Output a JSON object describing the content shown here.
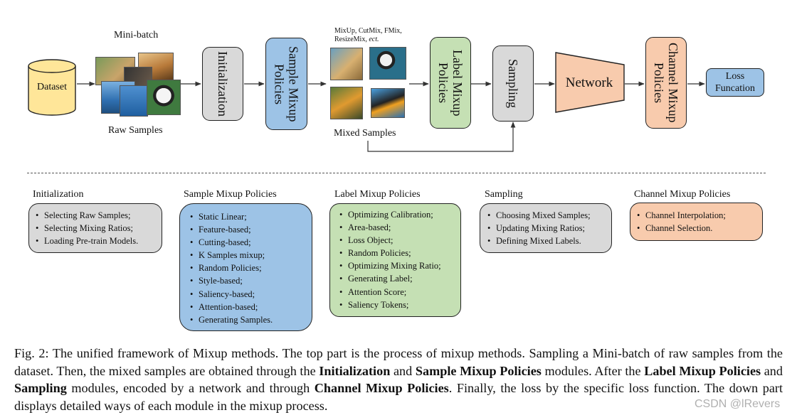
{
  "top": {
    "dataset_label": "Dataset",
    "minibatch_label": "Mini-batch",
    "raw_samples_label": "Raw Samples",
    "mixed_methods_line1": "MixUp, CutMix, FMix,",
    "mixed_methods_line2": "ResizeMix,",
    "mixed_methods_ect": "ect.",
    "mixed_samples_label": "Mixed Samples",
    "initialization_box": "Initialization",
    "sample_mixup_box": "Sample Mixup\nPolicies",
    "label_mixup_box": "Label Mixup\nPolicies",
    "sampling_box": "Sampling",
    "network_label": "Network",
    "channel_mixup_box": "Channel Mixup\nPolicies",
    "loss_box": "Loss\nFuncation"
  },
  "panels": {
    "initialization": {
      "title": "Initialization",
      "items": [
        "Selecting Raw Samples;",
        "Selecting Mixing Ratios;",
        "Loading Pre-train Models."
      ]
    },
    "sample_mixup": {
      "title": "Sample Mixup Policies",
      "items": [
        "Static Linear;",
        "Feature-based;",
        "Cutting-based;",
        "K Samples mixup;",
        "Random Policies;",
        "Style-based;",
        "Saliency-based;",
        "Attention-based;",
        "Generating Samples."
      ]
    },
    "label_mixup": {
      "title": "Label Mixup Policies",
      "items": [
        "Optimizing Calibration;",
        "Area-based;",
        "Loss Object;",
        "Random Policies;",
        "Optimizing Mixing Ratio;",
        "Generating Label;",
        "Attention Score;",
        "Saliency Tokens;"
      ]
    },
    "sampling": {
      "title": "Sampling",
      "items": [
        "Choosing Mixed Samples;",
        "Updating Mixing Ratios;",
        "Defining Mixed Labels."
      ]
    },
    "channel_mixup": {
      "title": "Channel Mixup Policies",
      "items": [
        "Channel Interpolation;",
        "Channel Selection."
      ]
    }
  },
  "caption": {
    "p1": "Fig. 2: The unified framework of Mixup methods. The top part is the process of mixup methods. Sampling a Mini-batch of raw samples from the dataset. Then, the mixed samples are obtained through the ",
    "b1": "Initialization",
    "p2": " and ",
    "b2": "Sample Mixup Policies",
    "p3": " modules. After the ",
    "b3": "Label Mixup Policies",
    "p4": " and ",
    "b4": "Sampling",
    "p5": " modules, encoded by a network and through ",
    "b5": "Channel Mixup Policies",
    "p6": ". Finally, the loss by the specific loss function. The down part displays detailed ways of each module in the mixup process."
  },
  "watermark": "CSDN @lRevers",
  "colors": {
    "gray": "#d9d9d9",
    "blue": "#9dc3e6",
    "green": "#c5e0b4",
    "orange": "#f8cbad",
    "dataset": "#ffe699"
  }
}
